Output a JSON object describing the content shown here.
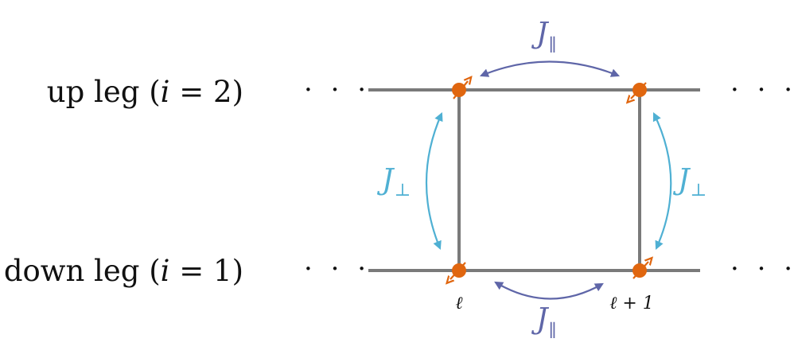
{
  "legs": {
    "up": {
      "label_prefix": "up leg (",
      "label_var": "i",
      "label_rest": " = 2)"
    },
    "down": {
      "label_prefix": "down leg (",
      "label_var": "i",
      "label_rest": " = 1)"
    }
  },
  "ellipsis": "· · ·",
  "couplings": {
    "parallel": {
      "symbol": "J",
      "subscript": "∥",
      "color": "#5f66a8"
    },
    "perpendicular": {
      "symbol": "J",
      "subscript": "⊥",
      "color": "#4fb0d3"
    }
  },
  "sites": {
    "left": "ℓ",
    "right": "ℓ + 1"
  },
  "colors": {
    "rail": "#7a7a7a",
    "site": "#e0660f"
  },
  "spins": {
    "up_left": "up",
    "up_right": "down",
    "down_left": "down",
    "down_right": "up"
  }
}
